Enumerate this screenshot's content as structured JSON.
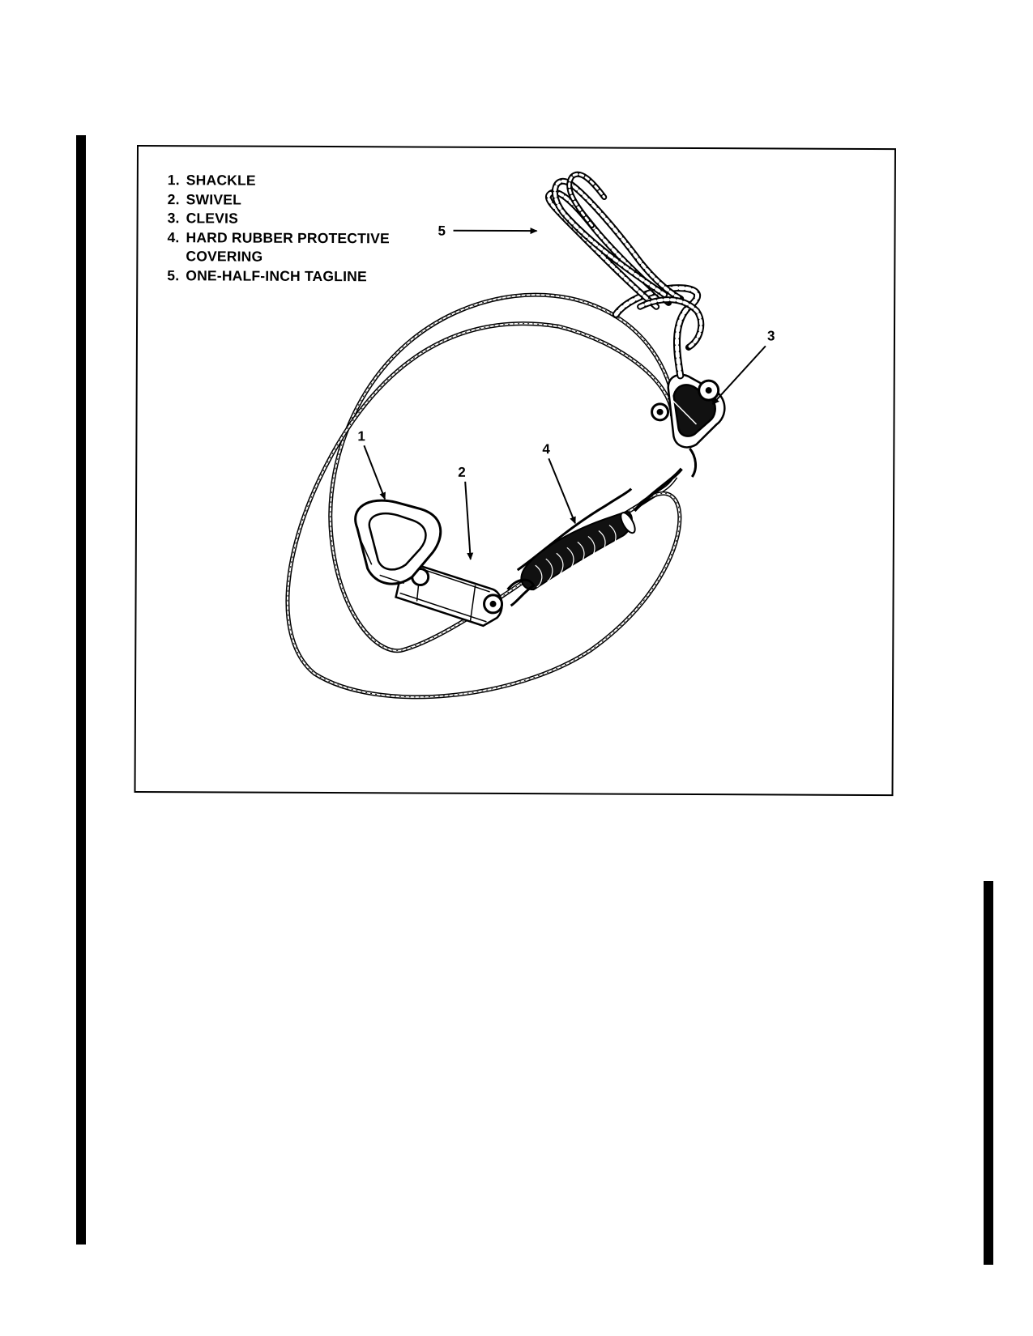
{
  "legend": [
    {
      "number": "1.",
      "text": "SHACKLE"
    },
    {
      "number": "2.",
      "text": "SWIVEL"
    },
    {
      "number": "3.",
      "text": "CLEVIS"
    },
    {
      "number": "4.",
      "text": "HARD RUBBER PROTECTIVE COVERING"
    },
    {
      "number": "5.",
      "text": "ONE-HALF-INCH TAGLINE"
    }
  ],
  "callouts": {
    "shackle": "1",
    "swivel": "2",
    "clevis": "3",
    "covering": "4",
    "tagline": "5"
  },
  "colors": {
    "ink": "#000000",
    "paper": "#ffffff"
  }
}
